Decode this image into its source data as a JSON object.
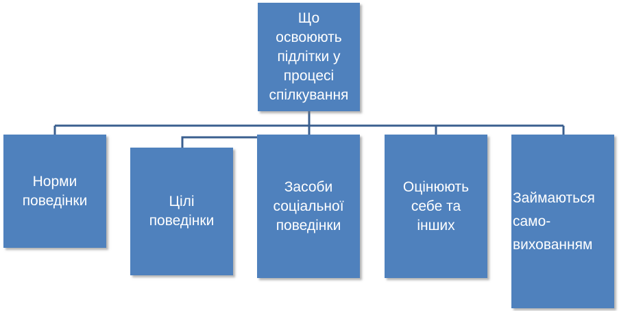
{
  "diagram": {
    "root": {
      "label_lines": [
        "Що",
        "освоюють",
        "підлітки у",
        "процесі",
        "спілкування"
      ]
    },
    "children": [
      {
        "label_lines": [
          "Норми",
          "поведінки"
        ]
      },
      {
        "label_lines": [
          "Цілі",
          "поведінки"
        ]
      },
      {
        "label_lines": [
          "Засоби",
          "соціальної",
          "поведінки"
        ]
      },
      {
        "label_lines": [
          "Оцінюють",
          "себе та",
          "інших"
        ]
      },
      {
        "label_lines": [
          "Займаються",
          "само-",
          "вихованням"
        ]
      }
    ],
    "colors": {
      "box_fill": "#4f81bd",
      "box_text": "#ffffff",
      "connector": "#3a5f8f"
    }
  }
}
